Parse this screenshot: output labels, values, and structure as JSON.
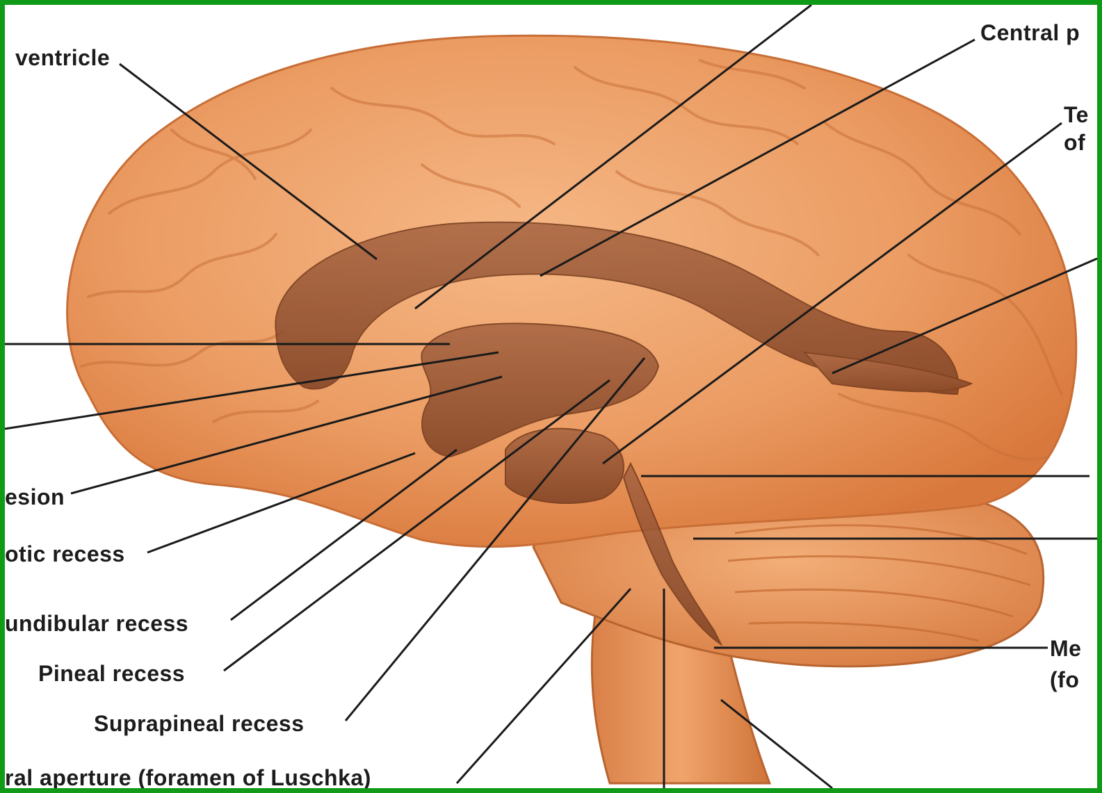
{
  "labels": {
    "central": "Central p",
    "ventricle": "ventricle",
    "te": "Te",
    "of": "of",
    "esion": "esion",
    "optic_recess": "otic recess",
    "infundibular_recess": "undibular recess",
    "pineal_recess": "Pineal recess",
    "suprapineal_recess": "Suprapineal recess",
    "lateral_aperture": "ral aperture (foramen of Luschka)",
    "me": "Me",
    "fo": "(fo"
  },
  "colors": {
    "frame": "#0f9a18",
    "tissue": "#e8935a",
    "ventricle": "#8a4a2c",
    "leader": "#1a1a1a"
  }
}
